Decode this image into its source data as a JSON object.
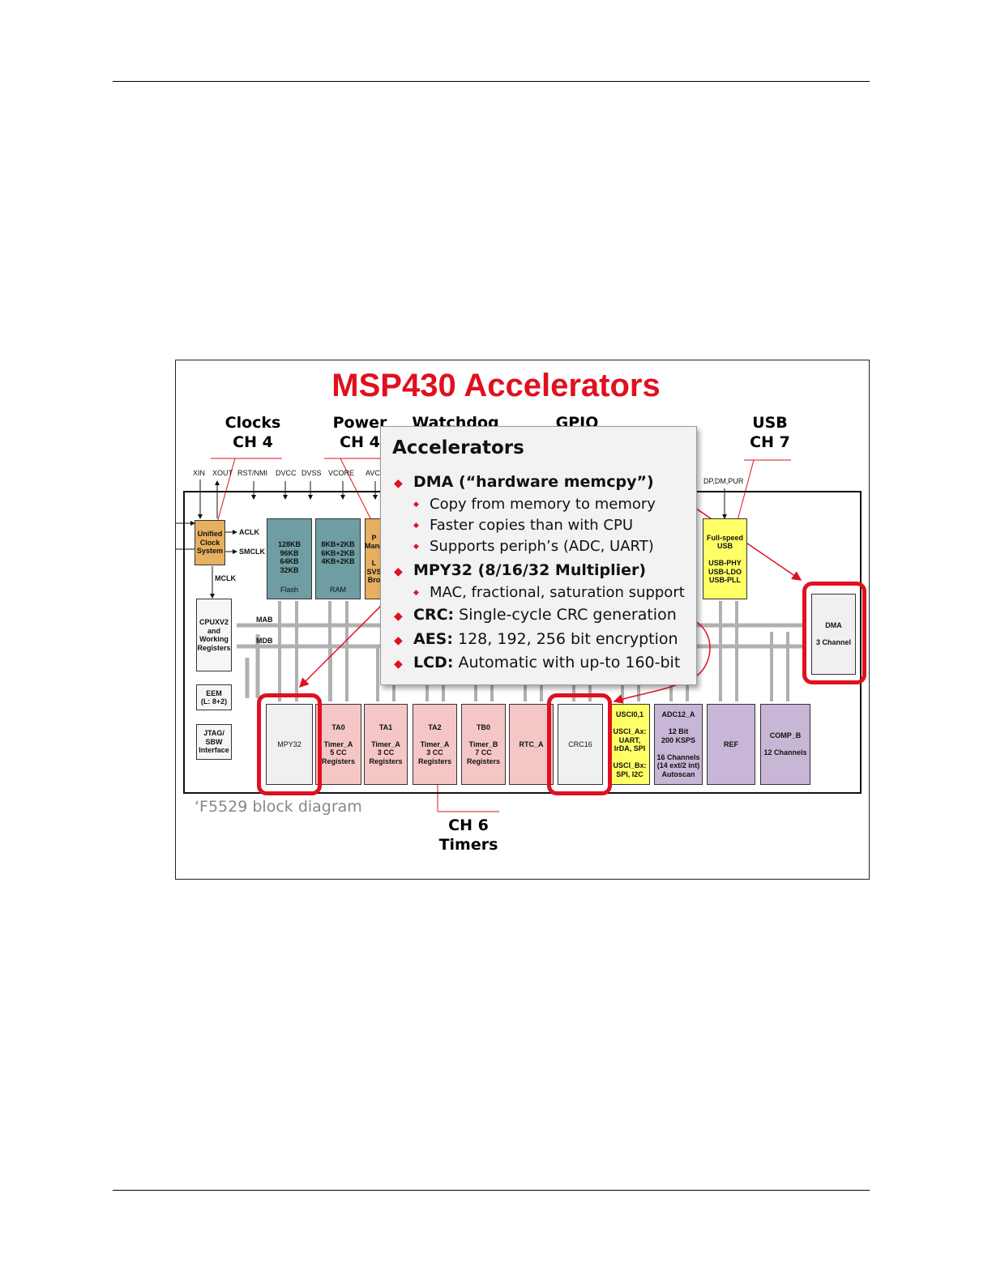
{
  "page": {
    "accent": "#e0101e"
  },
  "slide": {
    "title": "MSP430 Accelerators",
    "caption": "‘F5529 block diagram",
    "headers": {
      "clocks": [
        "Clocks",
        "CH 4"
      ],
      "power": [
        "Power",
        "CH 4"
      ],
      "watchdog": "Watchdog",
      "gpio": "GPIO",
      "usb": [
        "USB",
        "CH 7"
      ],
      "timers": [
        "CH 6",
        "Timers"
      ]
    },
    "pins": [
      "XIN",
      "XOUT",
      "RST/NMI",
      "DVCC",
      "DVSS",
      "VCORE",
      "AVC"
    ],
    "usb_pins": "DP,DM,PUR",
    "signals": {
      "aclk": "ACLK",
      "smclk": "SMCLK",
      "mclk": "MCLK",
      "mab": "MAB",
      "mdb": "MDB"
    },
    "blocks": {
      "ucs": "Unified\nClock\nSystem",
      "flash": "128KB\n96KB\n64KB\n32KB",
      "flash_label": "Flash",
      "ram": "8KB+2KB\n6KB+2KB\n4KB+2KB",
      "ram_label": "RAM",
      "pmm": "P\nMana\n\nL\nSVS\nBro",
      "usb": "Full-speed\nUSB\n\nUSB-PHY\nUSB-LDO\nUSB-PLL",
      "dma": "DMA\n\n3 Channel",
      "cpu": "CPUXV2\nand\nWorking\nRegisters",
      "eem": "EEM\n(L: 8+2)",
      "jtag": "JTAG/\nSBW\nInterface",
      "mpy": "MPY32",
      "ta0": "TA0\n\nTimer_A\n5 CC\nRegisters",
      "ta1": "TA1\n\nTimer_A\n3 CC\nRegisters",
      "ta2": "TA2\n\nTimer_A\n3 CC\nRegisters",
      "tb0": "TB0\n\nTimer_B\n7 CC\nRegisters",
      "rtc": "RTC_A",
      "crc": "CRC16",
      "usci": "USCI0,1\n\nUSCI_Ax:\nUART,\nIrDA, SPI\n\nUSCI_Bx:\nSPI, I2C",
      "adc": "ADC12_A\n\n12 Bit\n200 KSPS\n\n16 Channels\n(14 ext/2 int)\nAutoscan",
      "ref": "REF",
      "comp": "COMP_B\n\n12 Channels"
    },
    "colors": {
      "memory": "#6e9ea3",
      "clock": "#e6b060",
      "usb": "#ffff66",
      "timer": "#f5c6c6",
      "analog": "#c7b6d6",
      "white_block": "#f0f0f0",
      "bus": "#b0b0b0"
    },
    "callout": {
      "title": "Accelerators",
      "items": [
        {
          "key": "DMA",
          "text": "  (“hardware memcpy”)",
          "bold_text": true,
          "sub": [
            "Copy from memory to memory",
            "Faster copies than with CPU",
            "Supports periph’s (ADC, UART)"
          ]
        },
        {
          "key": "MPY32",
          "text": "  (8/16/32 Multiplier)",
          "bold_text": true,
          "sub": [
            "MAC, fractional, saturation support"
          ]
        },
        {
          "key": "CRC:",
          "text": "  Single-cycle CRC generation",
          "sub": []
        },
        {
          "key": "AES:",
          "text": "  128, 192, 256 bit encryption",
          "sub": []
        },
        {
          "key": "LCD:",
          "text": "  Automatic with up-to 160-bit",
          "sub": []
        }
      ]
    }
  }
}
